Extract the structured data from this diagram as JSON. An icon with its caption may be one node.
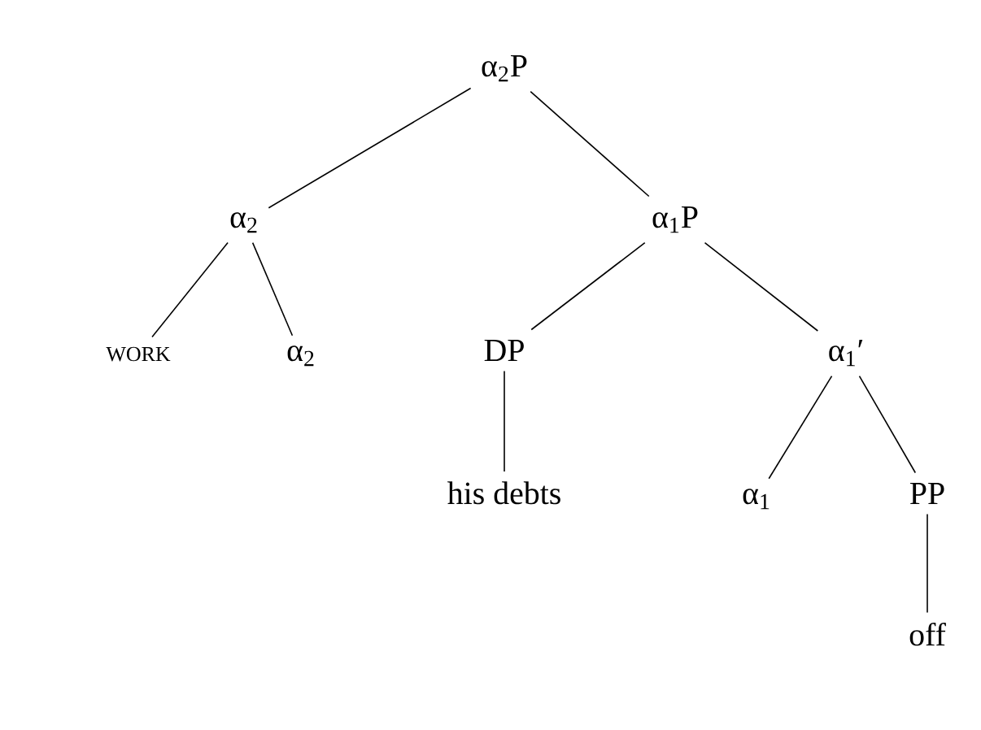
{
  "diagram": {
    "nodes": [
      {
        "text": [
          "α$_{2}$P"
        ]
      },
      {
        "text": [
          "α$_{2}$"
        ]
      },
      {
        "text": [
          "α$_{1}$P"
        ]
      },
      {
        "text": [
          "WORK"
        ]
      },
      {
        "text": [
          "α$_{2}$"
        ]
      },
      {
        "text": [
          "DP"
        ]
      },
      {
        "text": [
          "α$_{1}$′"
        ]
      },
      {
        "text": [
          "his debts"
        ]
      },
      {
        "text": [
          "α$_{1}$"
        ]
      },
      {
        "text": [
          "PP"
        ]
      },
      {
        "text": [
          "off"
        ]
      }
    ],
    "edges": [
      {
        "from": 0,
        "to": 1,
        "arrow": "none"
      },
      {
        "from": 0,
        "to": 2,
        "arrow": "none"
      },
      {
        "from": 1,
        "to": 3,
        "arrow": "none"
      },
      {
        "from": 1,
        "to": 4,
        "arrow": "none"
      },
      {
        "from": 2,
        "to": 5,
        "arrow": "none"
      },
      {
        "from": 2,
        "to": 6,
        "arrow": "none"
      },
      {
        "from": 5,
        "to": 7,
        "arrow": "none"
      },
      {
        "from": 6,
        "to": 8,
        "arrow": "none"
      },
      {
        "from": 6,
        "to": 9,
        "arrow": "none"
      },
      {
        "from": 9,
        "to": 10,
        "arrow": "none"
      }
    ]
  }
}
